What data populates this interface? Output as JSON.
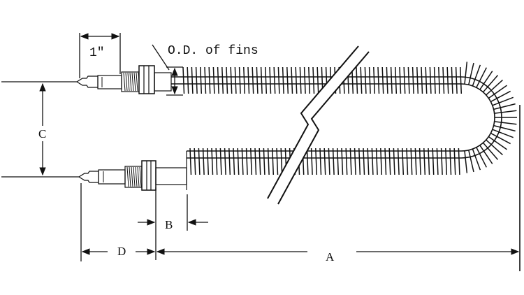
{
  "diagram": {
    "labels": {
      "one_inch": "1\"",
      "od_of_fins": "O.D. of fins",
      "a": "A",
      "b": "B",
      "c": "C",
      "d": "D"
    },
    "colors": {
      "ink": "#111111",
      "background": "#ffffff"
    }
  }
}
